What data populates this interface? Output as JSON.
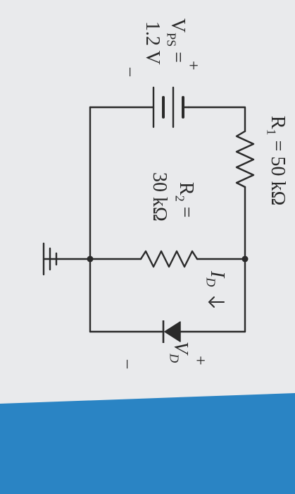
{
  "circuit": {
    "source": {
      "plus": "+",
      "name_main": "V",
      "name_sub": "PS",
      "equals": " =",
      "value": "1.2 V",
      "minus": "–"
    },
    "r1": {
      "main": "R",
      "sub": "1",
      "rest": " = 50 kΩ"
    },
    "r2": {
      "main": "R",
      "sub": "2",
      "equals": " =",
      "value": "30 kΩ"
    },
    "id": {
      "main": "I",
      "sub": "D"
    },
    "vd": {
      "plus": "+",
      "main": "V",
      "sub": "D",
      "minus": "–"
    }
  },
  "colors": {
    "paper": "#e9eaec",
    "ink": "#2a2a2a",
    "backing": "#2a84c4"
  }
}
